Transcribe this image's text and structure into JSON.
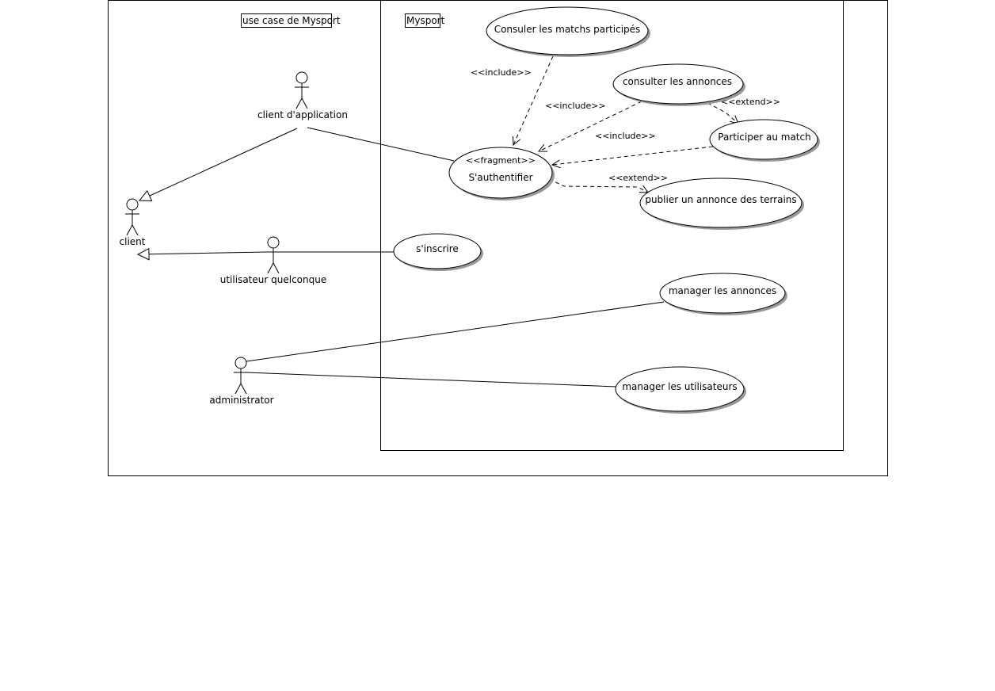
{
  "diagram": {
    "outer_frame_title": "use case de Mysport",
    "system_title": "Mysport",
    "actors": {
      "client_app": "client d'application",
      "client": "client",
      "quelconque": "utilisateur quelconque",
      "admin": "administrator"
    },
    "use_cases": {
      "consulter_matchs": "Consuler les matchs participés",
      "consulter_annonces": "consulter les annonces",
      "participer": "Participer au match",
      "auth_stereotype": "<<fragment>>",
      "auth": "S'authentifier",
      "publier": "publier un annonce des terrains",
      "inscrire": "s'inscrire",
      "manager_annonces": "manager les annonces",
      "manager_utilisateurs": "manager les utilisateurs"
    },
    "relations": {
      "include_1": "<<include>>",
      "include_2": "<<include>>",
      "include_3": "<<include>>",
      "extend_1": "<<extend>>",
      "extend_2": "<<extend>>"
    }
  }
}
